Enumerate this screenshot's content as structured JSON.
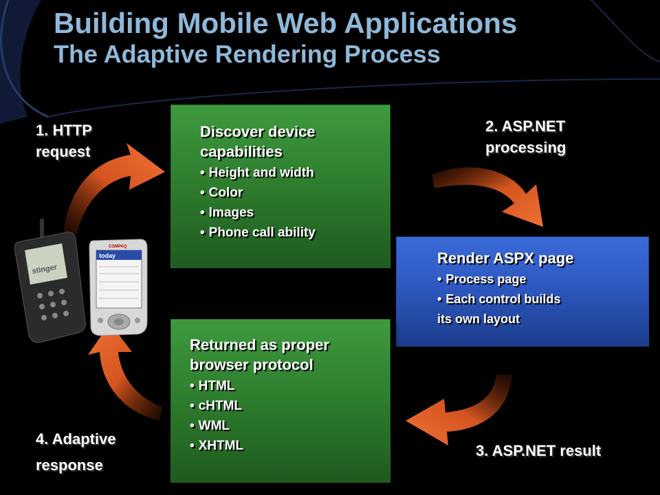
{
  "slide": {
    "title": "Building Mobile Web Applications",
    "subtitle": "The Adaptive Rendering Process"
  },
  "boxes": {
    "discover": {
      "heading_line1": "Discover device",
      "heading_line2": "capabilities",
      "items": [
        "Height and width",
        "Color",
        "Images",
        "Phone call ability"
      ]
    },
    "render": {
      "heading": "Render ASPX page",
      "items": [
        "Process page",
        "Each control builds"
      ],
      "continuation": "its own layout"
    },
    "returned": {
      "heading_line1": "Returned as proper",
      "heading_line2": "browser protocol",
      "items": [
        "HTML",
        "cHTML",
        "WML",
        "XHTML"
      ]
    }
  },
  "steps": {
    "step1_line1": "1. HTTP",
    "step1_line2": "request",
    "step2_line1": "2. ASP.NET",
    "step2_line2": "processing",
    "step3": "3. ASP.NET result",
    "step4_line1": "4. Adaptive",
    "step4_line2": "response"
  },
  "devices": {
    "phone_screen_text": "stinger",
    "pda_brand": "COMPAQ",
    "pda_screen_text": "today"
  },
  "colors": {
    "title": "#8fb8d8",
    "arrow": "#e8642a",
    "green_box": "#2f7f2f",
    "blue_box": "#2e58c0"
  },
  "icons": {
    "bullet": "•",
    "arrows": "curved-orange-arrow"
  }
}
